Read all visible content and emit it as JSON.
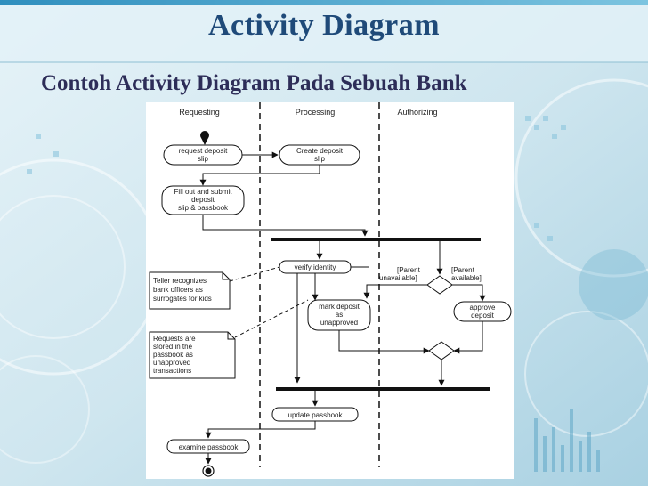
{
  "slide": {
    "title": "Activity Diagram",
    "subtitle": "Contoh Activity Diagram Pada Sebuah Bank"
  },
  "diagram": {
    "lanes": [
      "Requesting",
      "Processing",
      "Authorizing"
    ],
    "activities": {
      "request_deposit_slip": [
        "request deposit",
        "slip"
      ],
      "create_deposit_slip": [
        "Create deposit",
        "slip"
      ],
      "fill_out": [
        "Fill out and submit",
        "deposit",
        "slip & passbook"
      ],
      "verify_identity": [
        "verify identity"
      ],
      "mark_deposit": [
        "mark deposit",
        "as",
        "unapproved"
      ],
      "approve_deposit": [
        "approve",
        "deposit"
      ],
      "update_passbook": [
        "update passbook"
      ],
      "examine_passbook": [
        "examine passbook"
      ]
    },
    "guards": {
      "unavailable": [
        "[Parent",
        "unavailable]"
      ],
      "available": [
        "[Parent",
        "available]"
      ]
    },
    "notes": {
      "teller": [
        "Teller recognizes",
        "bank officers as",
        "surrogates for kids"
      ],
      "requests": [
        "Requests are",
        "stored in the",
        "passbook as",
        "unapproved",
        "transactions"
      ]
    }
  },
  "colors": {
    "title": "#1f4a79",
    "subtitle": "#2d2d58",
    "background": "#d7eaf2",
    "accent": "#5fa7c7"
  }
}
